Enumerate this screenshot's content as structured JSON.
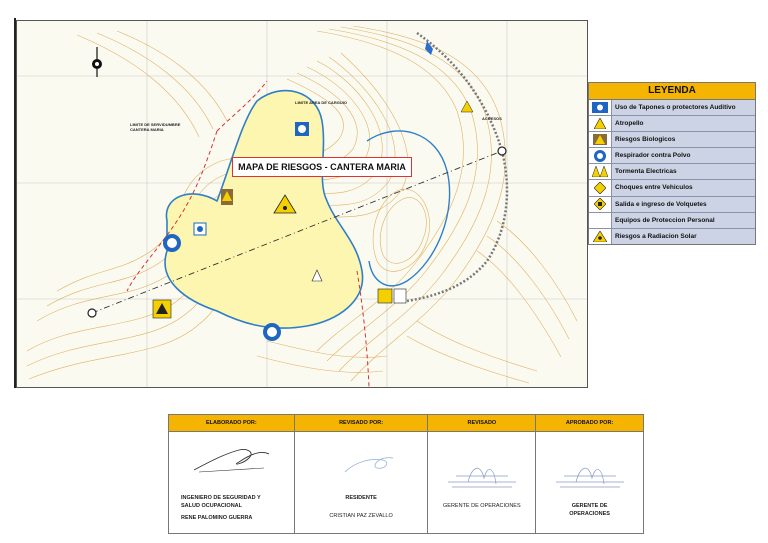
{
  "map": {
    "title": "MAPA DE RIESGOS - CANTERA MARIA",
    "label_limit": "LIMITE DE SERVIDUMBRE CANTERA MARIA",
    "label_area": "LIMITE AREA DE CARGUIO",
    "label_accesos": "ACCESOS"
  },
  "legend": {
    "title": "LEYENDA",
    "items": [
      {
        "icon": "ear-protection-icon",
        "label": "Uso de Tapones o protectores Auditivo"
      },
      {
        "icon": "pedestrian-warning-icon",
        "label": "Atropello"
      },
      {
        "icon": "biohazard-icon",
        "label": "Riesgos Biologicos"
      },
      {
        "icon": "respirator-icon",
        "label": "Respirador contra Polvo"
      },
      {
        "icon": "lightning-warning-icon",
        "label": "Tormenta Electricas"
      },
      {
        "icon": "vehicle-collision-icon",
        "label": "Choques entre Vehiculos"
      },
      {
        "icon": "truck-crossing-icon",
        "label": "Salida e ingreso de Volquetes"
      },
      {
        "icon": "ppe-icon",
        "label": "Equipos de Proteccion Personal"
      },
      {
        "icon": "solar-radiation-icon",
        "label": "Riesgos a Radiacion Solar"
      }
    ]
  },
  "signatures": {
    "elaborado": {
      "header": "ELABORADO POR:",
      "role_line1": "INGENIERO DE SEGURIDAD Y",
      "role_line2": "SALUD OCUPACIONAL",
      "name": "RENE PALOMINO GUERRA"
    },
    "revisado_por": {
      "header": "REVISADO POR:",
      "role": "RESIDENTE",
      "name": "CRISTIAN PAZ ZEVALLO"
    },
    "revisado": {
      "header": "REVISADO",
      "role": "GERENTE DE OPERACIONES"
    },
    "aprobado": {
      "header": "APROBADO POR:",
      "role_line1": "GERENTE DE",
      "role_line2": "OPERACIONES"
    }
  },
  "colors": {
    "legend_header": "#f5b400",
    "legend_row": "#ccd3e4",
    "contour": "#e0b060",
    "boundary_blue": "#2f7fc8",
    "boundary_red": "#d33333",
    "fill_area": "#fdf6b0"
  }
}
